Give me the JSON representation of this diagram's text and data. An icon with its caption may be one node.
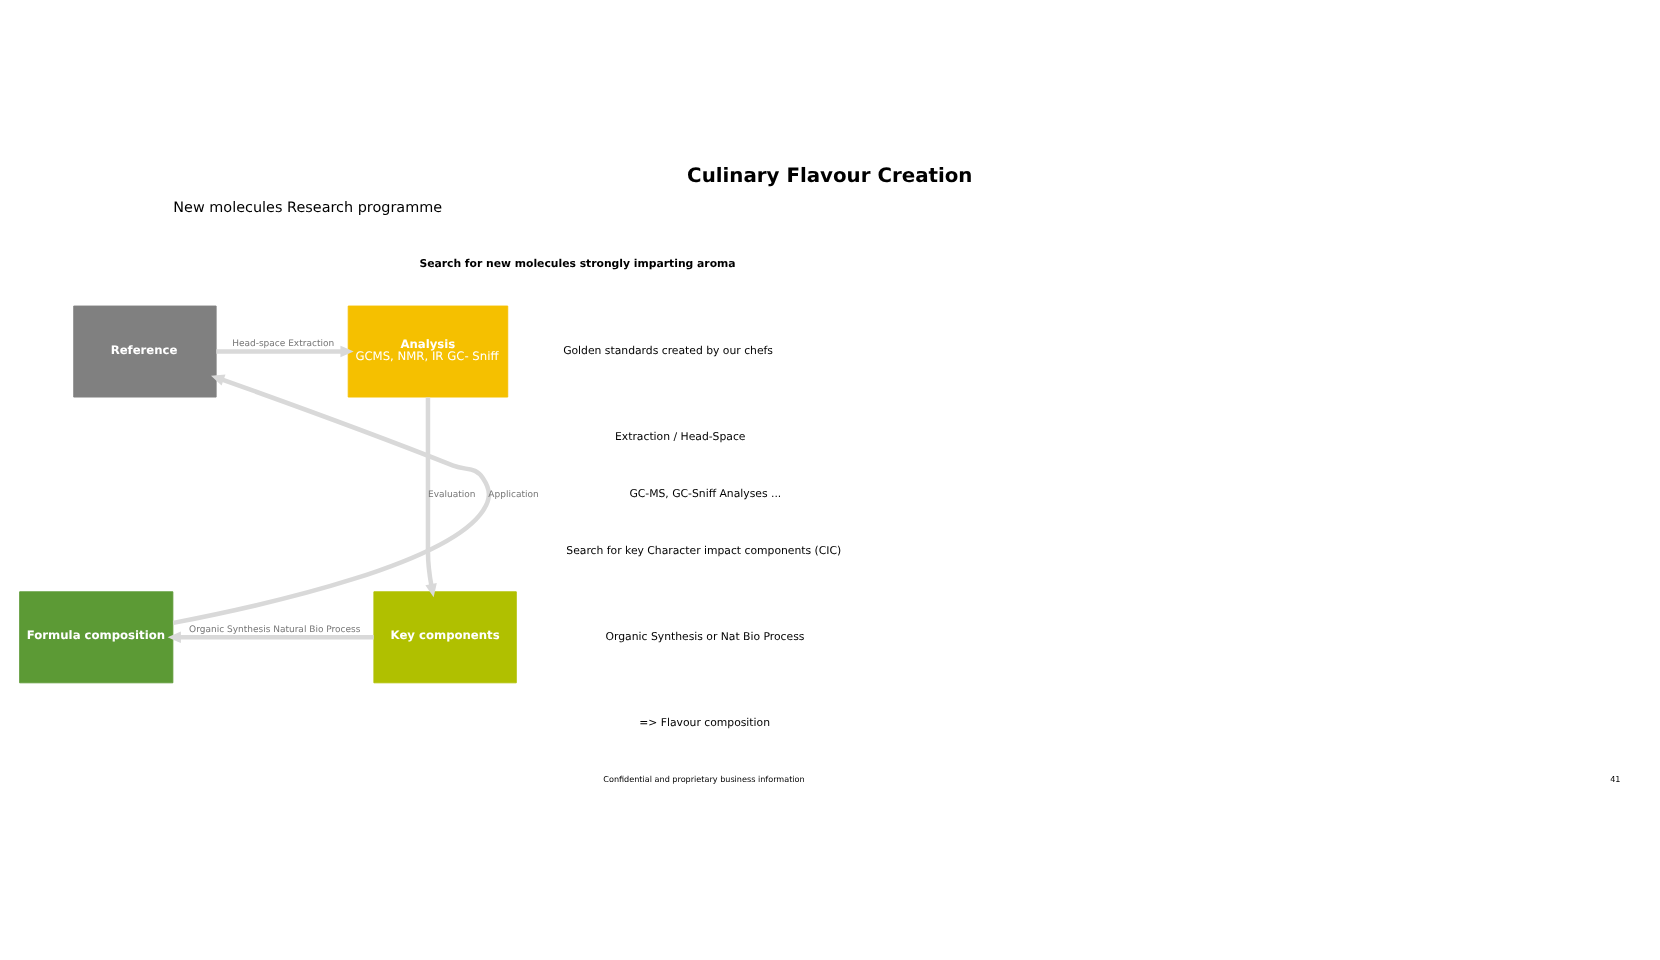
{
  "diagram": {
    "title": "Culinary Flavour Creation",
    "nodes": [
      {
        "text": [
          "Reference"
        ]
      },
      {
        "text": [
          "Analysis",
          "GCMS, NMR, IR GC- Sniff"
        ]
      },
      {
        "text": [
          "Key components"
        ]
      },
      {
        "text": [
          "Formula composition"
        ]
      }
    ],
    "edges": [
      {
        "from": 0,
        "to": 1,
        "arrow": "to",
        "label": "Head-space Extraction"
      },
      {
        "from": 1,
        "to": 2,
        "arrow": "to",
        "label": "Evaluation"
      },
      {
        "from": 2,
        "to": 3,
        "arrow": "to",
        "label": "Organic Synthesis Natural Bio Process"
      },
      {
        "from": 3,
        "to": 0,
        "arrow": "to",
        "label": "Application"
      }
    ],
    "labels": [
      "New molecules Research programme",
      "Search for new molecules strongly imparting aroma",
      "Golden standards created by our chefs",
      "Extraction / Head-Space",
      "GC-MS, GC-Sniff Analyses ...",
      "Search for key Character impact components (CIC)",
      "Organic Synthesis or Nat Bio Process",
      "=> Flavour composition",
      "Confidential and proprietary business information",
      "41"
    ]
  }
}
